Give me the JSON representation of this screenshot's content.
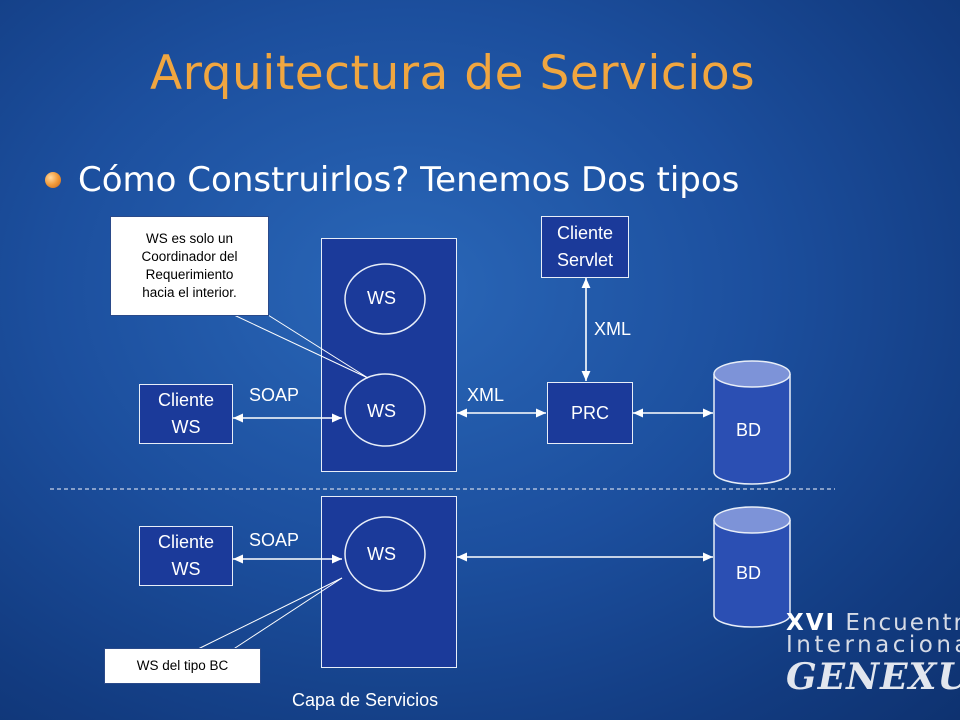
{
  "slide": {
    "title": "Arquitectura de Servicios",
    "bullet": "Cómo Construirlos? Tenemos Dos tipos"
  },
  "diagram": {
    "top": {
      "ws_upper": "WS",
      "ws_lower": "WS",
      "cliente_ws_line1": "Cliente",
      "cliente_ws_line2": "WS",
      "cliente_servlet_line1": "Cliente",
      "cliente_servlet_line2": "Servlet",
      "prc": "PRC",
      "bd": "BD",
      "soap_label": "SOAP",
      "xml_label_horizontal": "XML",
      "xml_label_vertical": "XML",
      "callout_lines": [
        "WS es solo un",
        "Coordinador del",
        "Requerimiento",
        "hacia el interior."
      ]
    },
    "bottom": {
      "ws": "WS",
      "cliente_ws_line1": "Cliente",
      "cliente_ws_line2": "WS",
      "bd": "BD",
      "soap_label": "SOAP",
      "callout": "WS del tipo BC"
    },
    "layer_label": "Capa de Servicios"
  },
  "logo": {
    "numeral": "XVI",
    "line1_rest": "Encuentro",
    "line2": "Internacional",
    "brand": "GENEXUS"
  },
  "colors": {
    "title": "#f0a640",
    "box_fill": "#1b3a9a",
    "cylinder_fill": "#2b4fb3",
    "cylinder_top": "#7d93d8"
  }
}
